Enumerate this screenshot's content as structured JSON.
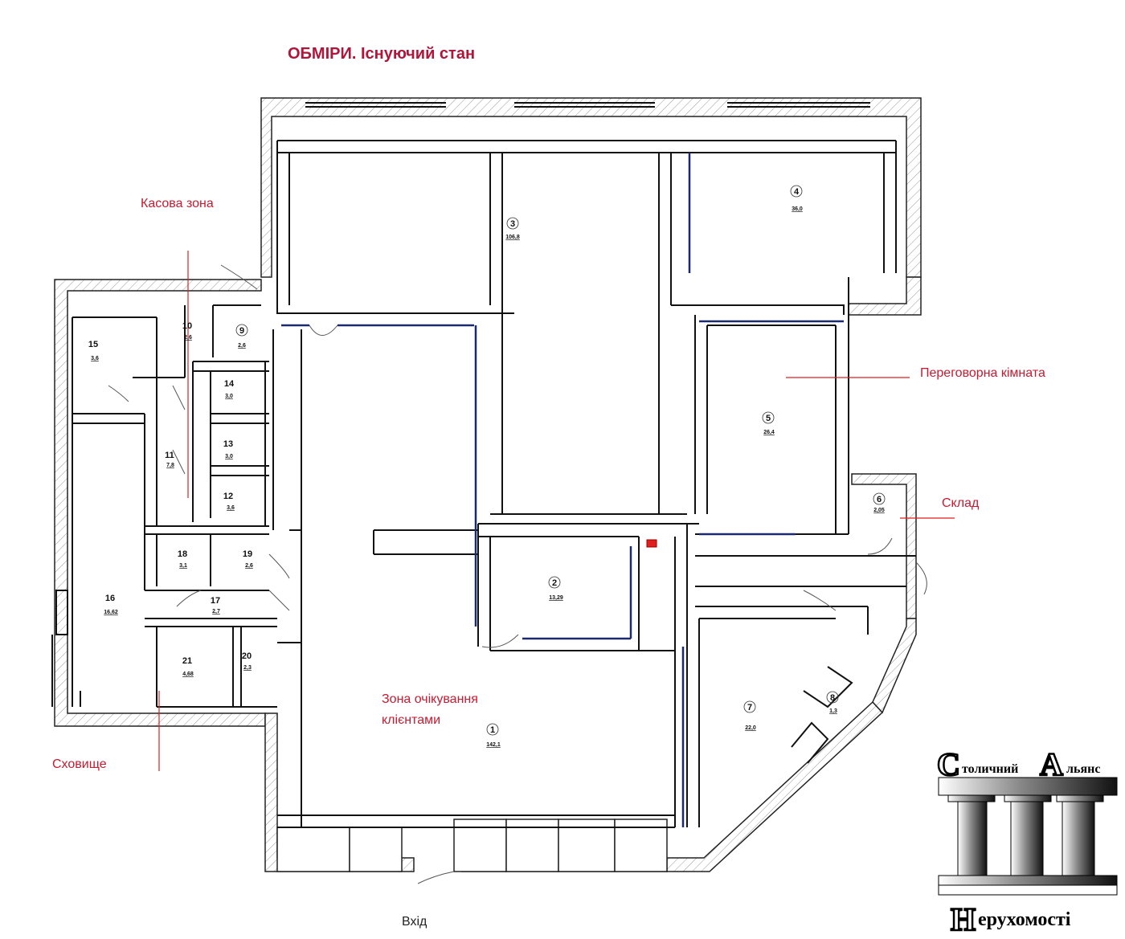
{
  "title": "ОБМІРИ. Існуючий стан",
  "zone_labels": {
    "cash": "Касова зона",
    "meeting": "Переговорна кімната",
    "warehouse": "Склад",
    "waiting_line1": "Зона очікування",
    "waiting_line2": "клієнтами",
    "storage": "Сховище",
    "entrance": "Вхід"
  },
  "rooms": [
    {
      "id": "1",
      "area": "142,1"
    },
    {
      "id": "2",
      "area": "13,29"
    },
    {
      "id": "3",
      "area": "106,8"
    },
    {
      "id": "4",
      "area": "36,0"
    },
    {
      "id": "5",
      "area": "26,4"
    },
    {
      "id": "6",
      "area": "2,05"
    },
    {
      "id": "7",
      "area": "22,0"
    },
    {
      "id": "8",
      "area": "1,3"
    },
    {
      "id": "9",
      "area": "2,6"
    },
    {
      "id": "10",
      "area": "2,6"
    },
    {
      "id": "11",
      "area": "7,8"
    },
    {
      "id": "12",
      "area": "3,6"
    },
    {
      "id": "13",
      "area": "3,0"
    },
    {
      "id": "14",
      "area": "3,0"
    },
    {
      "id": "15",
      "area": "3,6"
    },
    {
      "id": "16",
      "area": "16,62"
    },
    {
      "id": "17",
      "area": "2,7"
    },
    {
      "id": "18",
      "area": "3,1"
    },
    {
      "id": "19",
      "area": "2,6"
    },
    {
      "id": "20",
      "area": "2,3"
    },
    {
      "id": "21",
      "area": "4,68"
    }
  ],
  "logo": {
    "top_initial": "С",
    "top_word1": "толичний",
    "top_initial2": "А",
    "top_word2": "льянс",
    "bottom_initial": "Н",
    "bottom_word": "ерухомості"
  }
}
